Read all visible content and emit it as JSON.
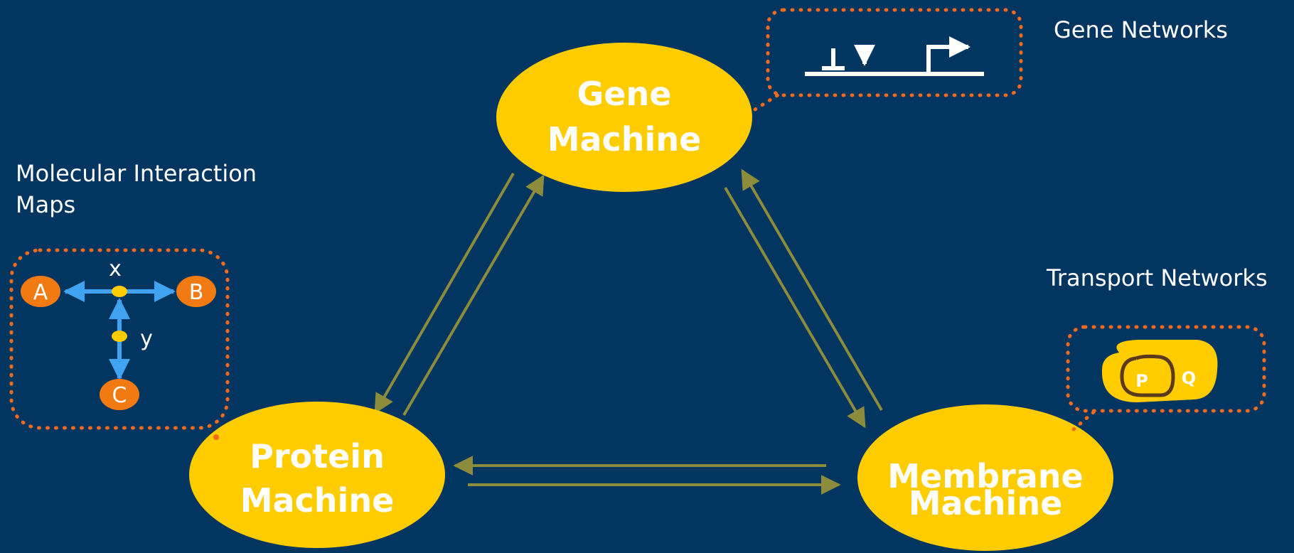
{
  "machines": {
    "gene": [
      "Gene",
      "Machine"
    ],
    "protein": [
      "Protein",
      "Machine"
    ],
    "membrane": [
      "Membrane",
      "Machine"
    ]
  },
  "labels": {
    "gene_networks": "Gene Networks",
    "molecular_maps": [
      "Molecular Interaction",
      "Maps"
    ],
    "transport_networks": "Transport Networks"
  },
  "interaction_map": {
    "nodes": [
      "A",
      "B",
      "C"
    ],
    "edges": [
      "x",
      "y"
    ]
  },
  "transport_icon": [
    "P",
    "Q"
  ],
  "colors": {
    "background": "#023560",
    "machine": "#FFCC00",
    "arrow": "#8C8C3C",
    "dotted_border": "#F26B1D",
    "map_line": "#3FA3F2",
    "map_node": "#F27A12"
  }
}
